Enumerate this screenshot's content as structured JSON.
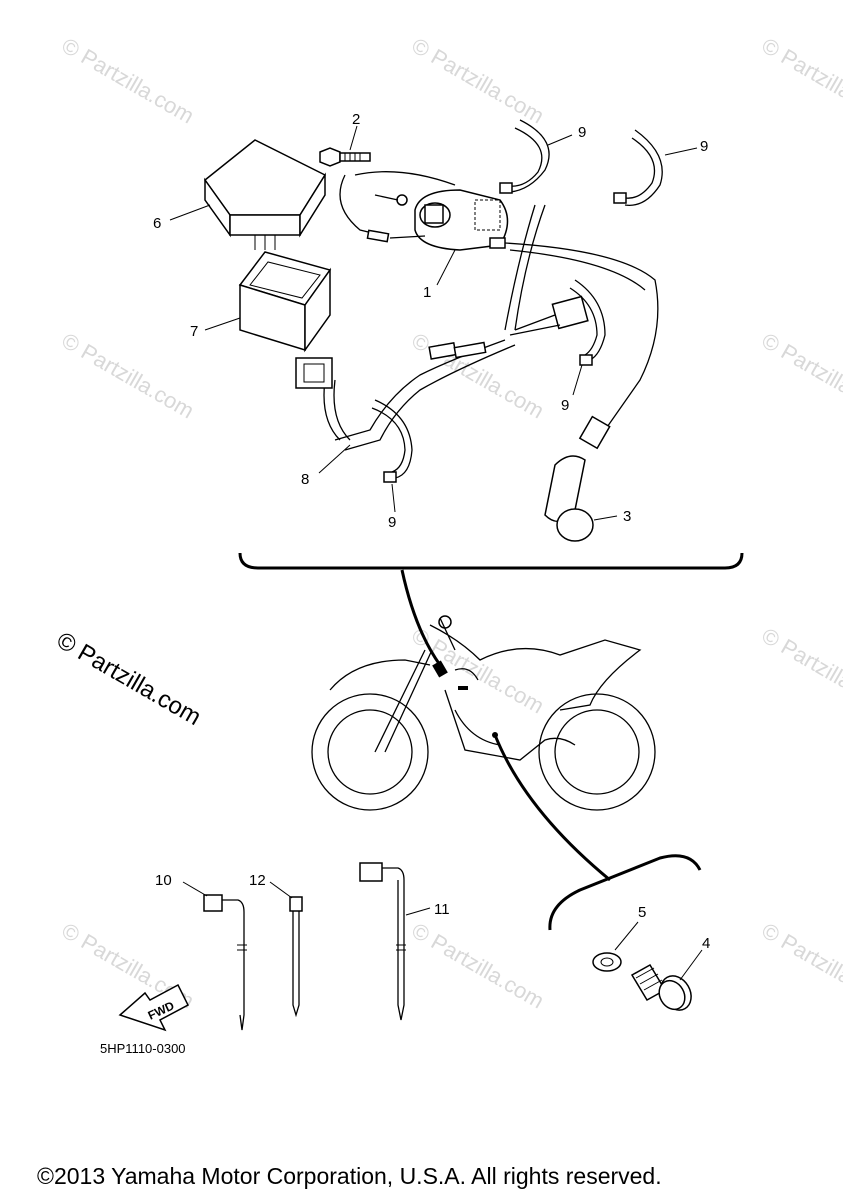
{
  "diagram": {
    "callouts": {
      "c1": "1",
      "c2": "2",
      "c3": "3",
      "c4": "4",
      "c5": "5",
      "c6": "6",
      "c7": "7",
      "c8": "8",
      "c9a": "9",
      "c9b": "9",
      "c9c": "9",
      "c9d": "9",
      "c10": "10",
      "c11": "11",
      "c12": "12"
    },
    "fwd_label": "FWD",
    "diagram_code": "5HP1110-0300",
    "watermark_text": "© Partzilla.com",
    "copyright": "©2013 Yamaha Motor Corporation, U.S.A. All rights reserved."
  }
}
